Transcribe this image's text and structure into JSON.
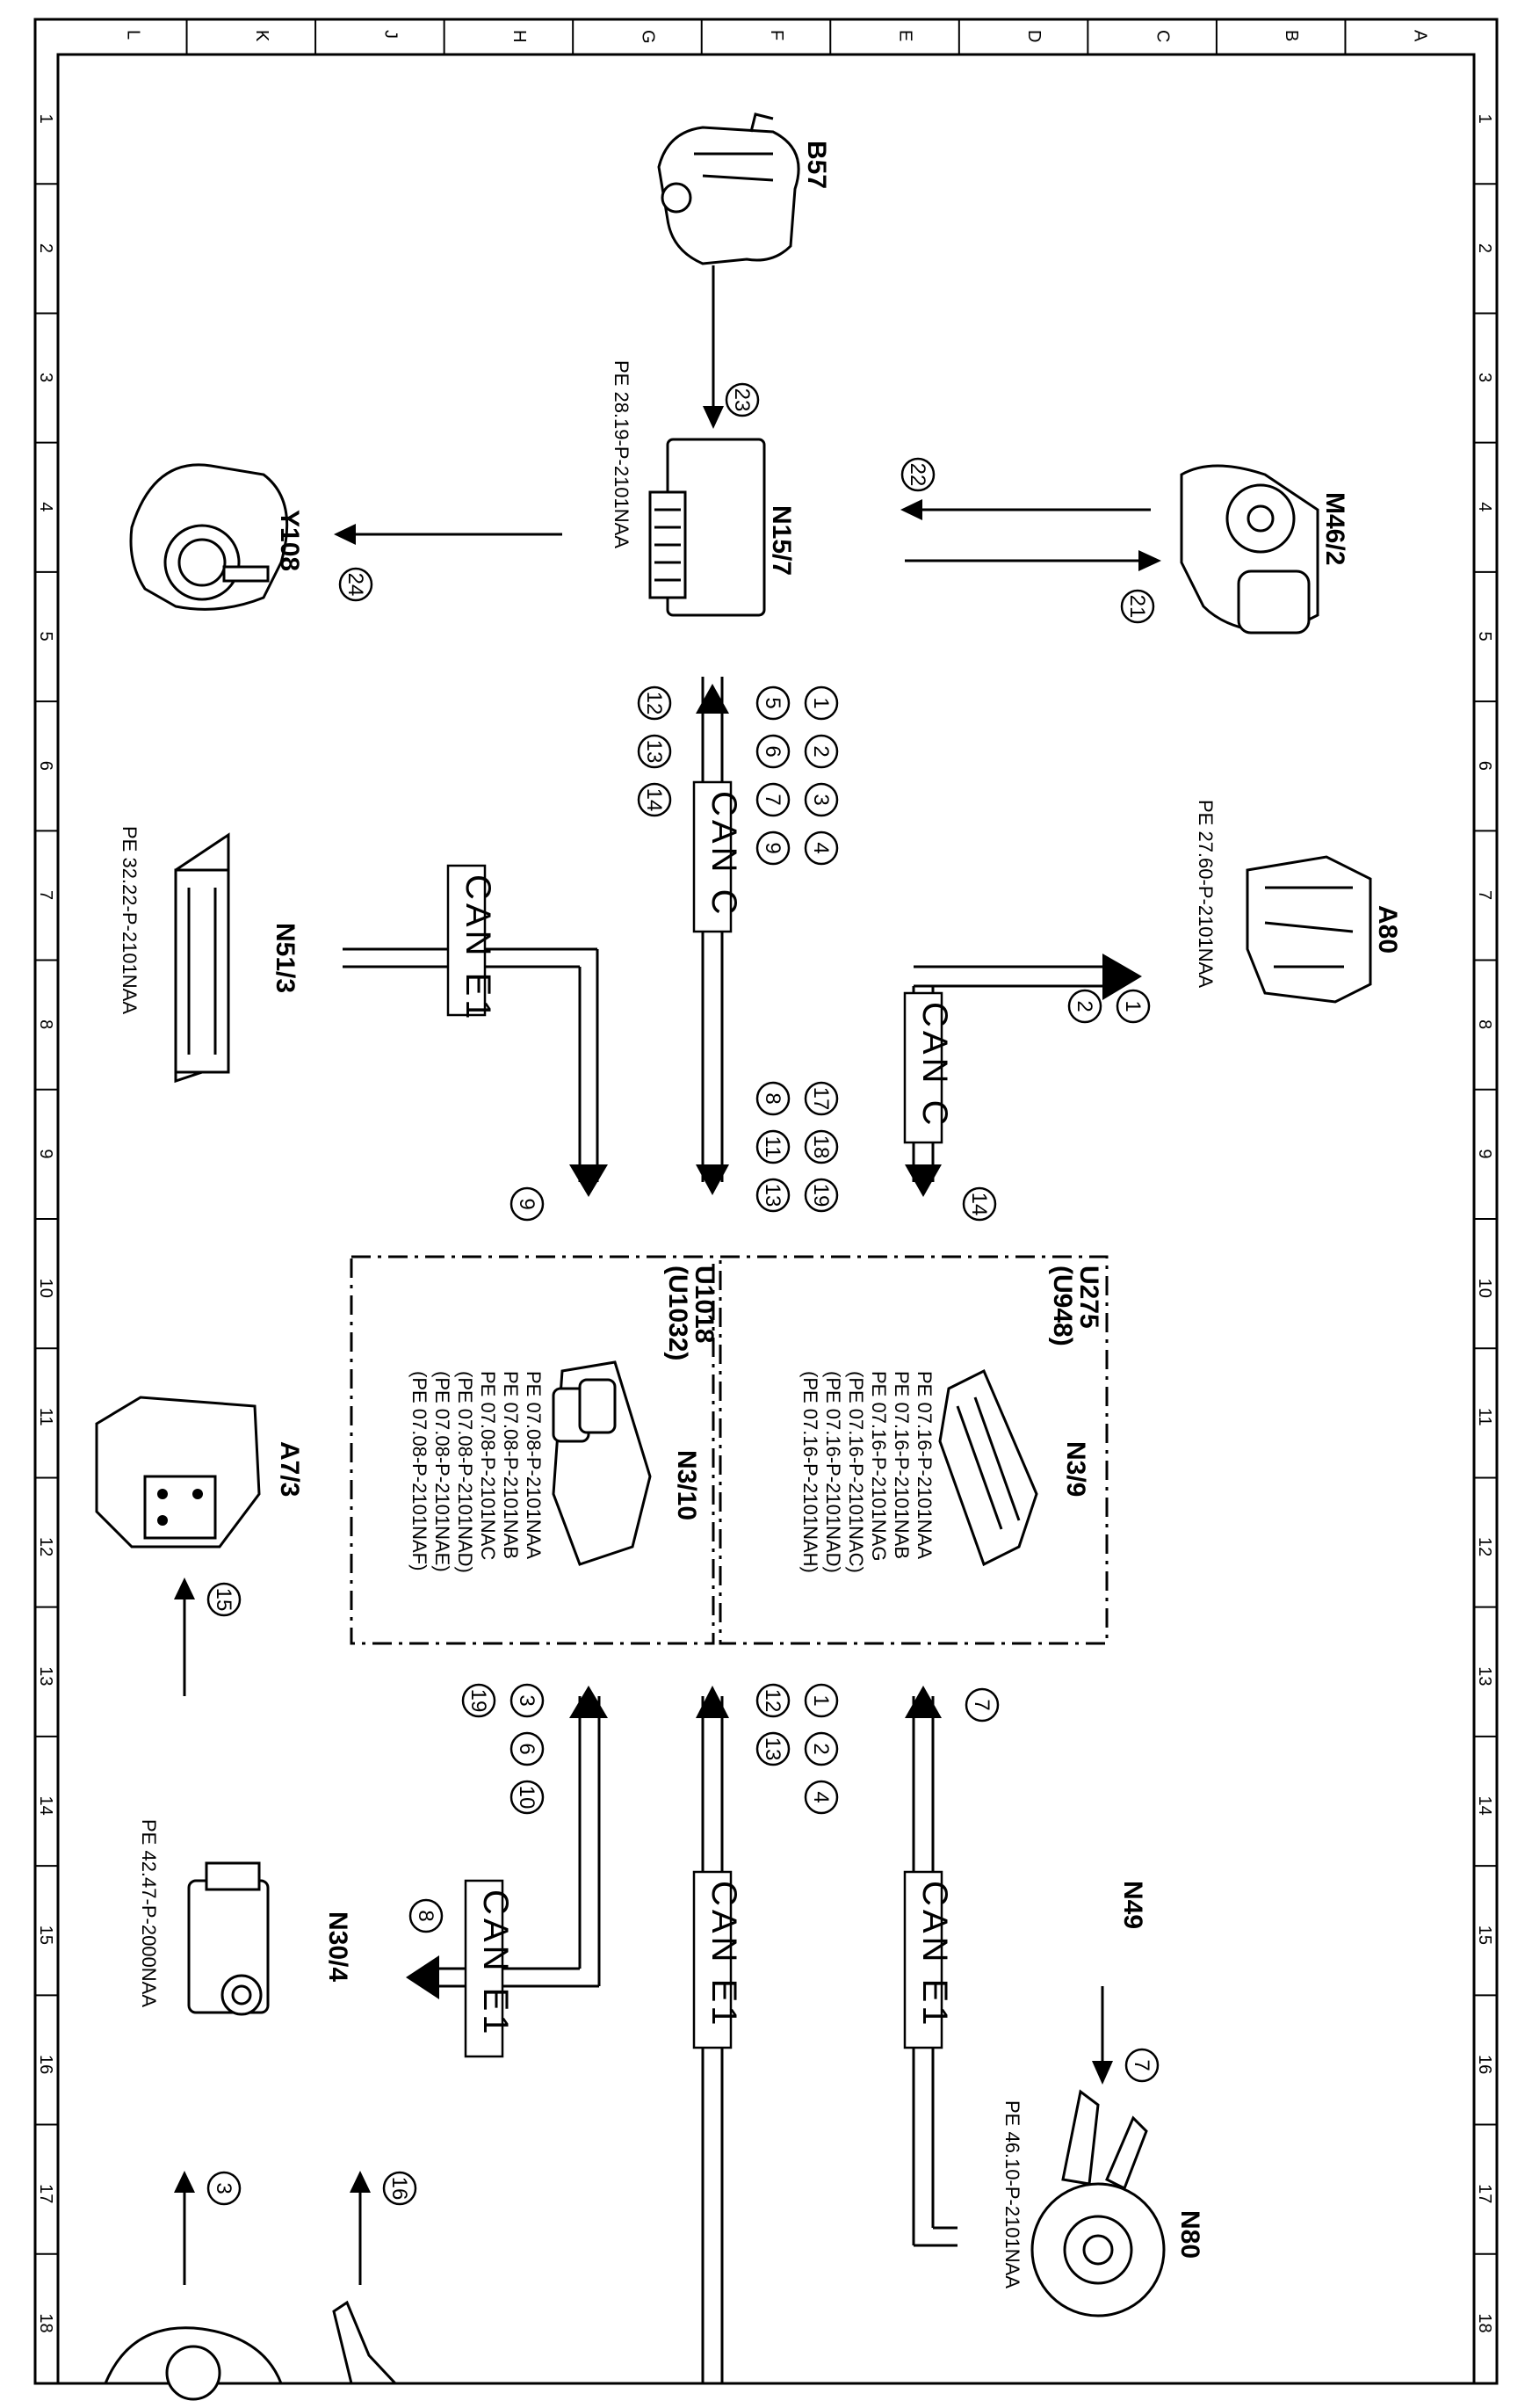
{
  "grid": {
    "letters": [
      "L",
      "K",
      "J",
      "H",
      "G",
      "F",
      "E",
      "D",
      "C",
      "B",
      "A"
    ],
    "numbers": [
      "1",
      "2",
      "3",
      "4",
      "5",
      "6",
      "7",
      "8",
      "9",
      "10",
      "11",
      "12",
      "13",
      "14",
      "15",
      "16",
      "17",
      "18"
    ]
  },
  "components": {
    "b57": "B57",
    "n15_7": "N15/7",
    "m46_2": "M46/2",
    "y108": "Y108",
    "a80": "A80",
    "n51_3": "N51/3",
    "n3_9": "N3/9",
    "n3_10": "N3/10",
    "a7_3": "A7/3",
    "n30_4": "N30/4",
    "n80": "N80",
    "n49": "N49"
  },
  "refs": {
    "n15_7": "PE 28.19-P-2101NAA",
    "a80": "PE 27.60-P-2101NAA",
    "n51_3": "PE 32.22-P-2101NAA",
    "n30_4": "PE 42.47-P-2000NAA",
    "n80": "PE 46.10-P-2101NAA",
    "n3_9": [
      "PE 07.16-P-2101NAA",
      "PE 07.16-P-2101NAB",
      "PE 07.16-P-2101NAG",
      "(PE 07.16-P-2101NAC)",
      "(PE 07.16-P-2101NAD)",
      "(PE 07.16-P-2101NAH)"
    ],
    "n3_10": [
      "PE 07.08-P-2101NAA",
      "PE 07.08-P-2101NAB",
      "PE 07.08-P-2101NAC",
      "(PE 07.08-P-2101NAD)",
      "(PE 07.08-P-2101NAE)",
      "(PE 07.08-P-2101NAF)"
    ]
  },
  "codes": {
    "n3_9_code": "U275",
    "n3_9_alt": "(U948)",
    "n3_10_code": "U1018",
    "n3_10_alt": "(U1032)"
  },
  "buses": {
    "can_c_top": "CAN C",
    "can_c_right": "CAN C",
    "can_e1_left": "CAN E1",
    "can_e1_bottom_left": "CAN E1",
    "can_e1_bottom_center": "CAN E1",
    "can_e1_bottom_right": "CAN E1"
  },
  "signals": {
    "s23": "23",
    "s22": "22",
    "s21": "21",
    "s24": "24",
    "top_group": [
      "1",
      "2",
      "3",
      "4",
      "5",
      "6",
      "7",
      "9",
      "12",
      "13",
      "14"
    ],
    "a80_pair": [
      "1",
      "2"
    ],
    "s14": "14",
    "center_group": [
      "17",
      "18",
      "19",
      "8",
      "11",
      "13"
    ],
    "s9": "9",
    "bottom_center_group": [
      "1",
      "2",
      "4",
      "12",
      "13"
    ],
    "s7_right": "7",
    "n3_10_bottom": [
      "3",
      "6",
      "10",
      "19"
    ],
    "s8": "8",
    "s15": "15",
    "s7_n49": "7",
    "s3": "3",
    "s16": "16"
  }
}
